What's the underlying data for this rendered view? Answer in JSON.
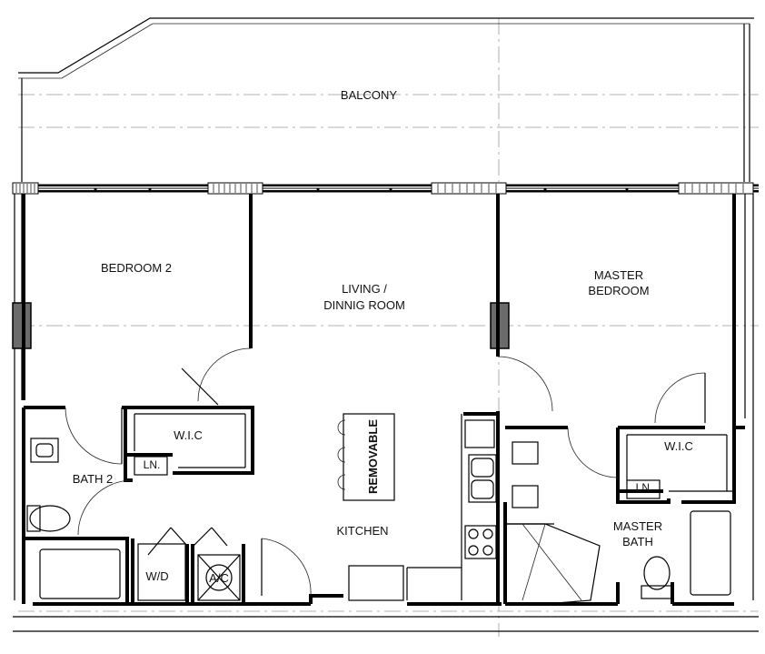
{
  "rooms": {
    "balcony": "BALCONY",
    "bedroom2": "BEDROOM 2",
    "living_line1": "LIVING /",
    "living_line2": "DINNIG ROOM",
    "master_line1": "MASTER",
    "master_line2": "BEDROOM",
    "wic_left": "W.I.C",
    "wic_right": "W.I.C",
    "ln_left": "LN.",
    "ln_right": "LN.",
    "bath2": "BATH 2",
    "washer_dryer": "W/D",
    "ac": "A/C",
    "kitchen": "KITCHEN",
    "master_bath_line1": "MASTER",
    "master_bath_line2": "BATH",
    "island": "REMOVABLE"
  },
  "colors": {
    "wall": "#000000",
    "column": "#6b6b6b",
    "grid_line": "#9a9a9a"
  }
}
